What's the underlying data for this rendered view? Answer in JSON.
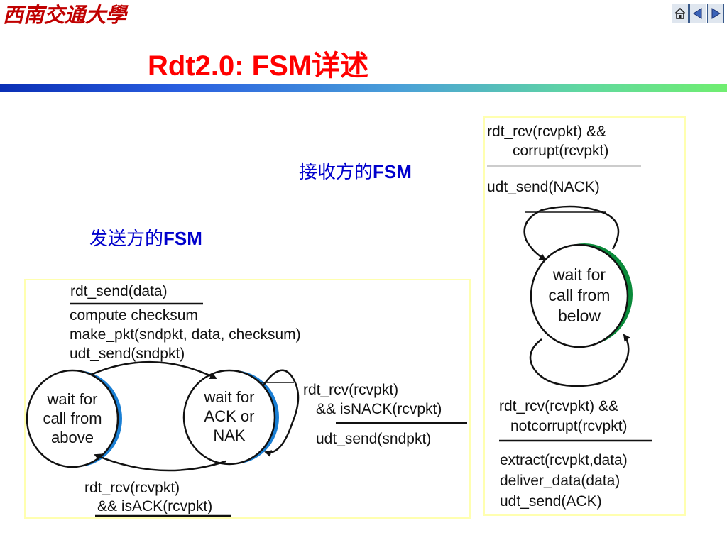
{
  "header": {
    "logo_text": "西南交通大學",
    "title": "Rdt2.0: FSM详述",
    "nav_icons": [
      "home-icon",
      "prev-icon",
      "next-icon"
    ]
  },
  "receiver_caption": {
    "prefix": "接收方的",
    "suffix": "FSM"
  },
  "sender_caption": {
    "prefix": "发送方的",
    "suffix": "FSM"
  },
  "sender": {
    "states": [
      {
        "lines": [
          "wait for",
          "call from",
          "above"
        ]
      },
      {
        "lines": [
          "wait for",
          "ACK or",
          "NAK"
        ]
      }
    ],
    "t1_event": "rdt_send(data)",
    "t1_actions": [
      "compute checksum",
      "make_pkt(sndpkt, data, checksum)",
      "udt_send(sndpkt)"
    ],
    "t2_event": [
      "rdt_rcv(rcvpkt)",
      "&& isNACK(rcvpkt)"
    ],
    "t2_action": "udt_send(sndpkt)",
    "t3_event": [
      "rdt_rcv(rcvpkt)",
      "&& isACK(rcvpkt)"
    ]
  },
  "receiver": {
    "state": {
      "lines": [
        "wait for",
        "call from",
        "below"
      ]
    },
    "t1_event": [
      "rdt_rcv(rcvpkt) &&",
      "corrupt(rcvpkt)"
    ],
    "t1_action": "udt_send(NACK)",
    "t2_event": [
      "rdt_rcv(rcvpkt) &&",
      "notcorrupt(rcvpkt)"
    ],
    "t2_actions": [
      "extract(rcvpkt,data)",
      "deliver_data(data)",
      "udt_send(ACK)"
    ]
  },
  "colors": {
    "title": "#ff0000",
    "caption": "#0000cc",
    "sender_state_accent": "#1a7fd4",
    "receiver_state_accent": "#0a8a3a",
    "panel_border": "#ffffb0"
  }
}
